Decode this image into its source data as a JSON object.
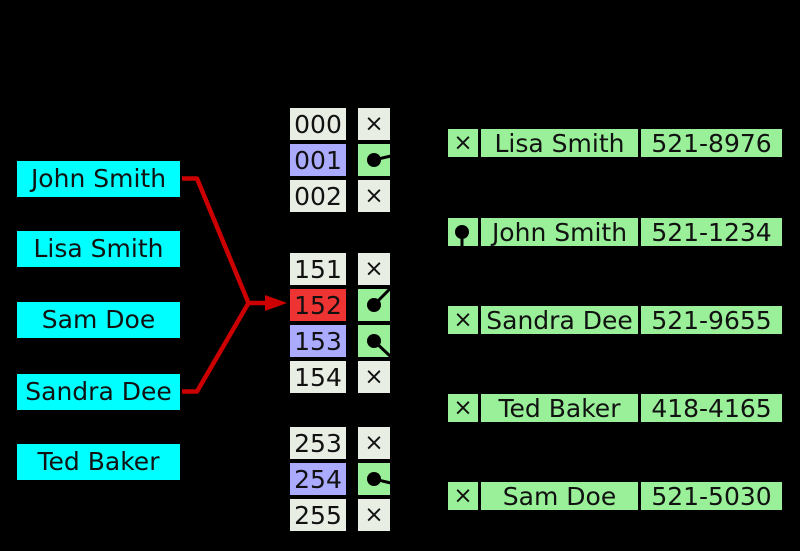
{
  "symbols": {
    "empty": "×"
  },
  "colors": {
    "background": "#000000",
    "key_box": "#00ffff",
    "bucket_default": "#e8eee3",
    "bucket_occupied": "#aaaaff",
    "bucket_collision": "#ee3333",
    "pointer_cell": "#99f099",
    "entry_bg": "#99f099",
    "collision_arrow": "#cc0000",
    "pointer_line": "#000000",
    "text": "#111111"
  },
  "keys": [
    {
      "label": "John Smith"
    },
    {
      "label": "Lisa Smith"
    },
    {
      "label": "Sam Doe"
    },
    {
      "label": "Sandra Dee"
    },
    {
      "label": "Ted Baker"
    }
  ],
  "buckets": {
    "rows": [
      {
        "index": "000",
        "index_class": "cell-default",
        "pointer_class": "cell-default",
        "pointer": "empty"
      },
      {
        "index": "001",
        "index_class": "cell-lavender",
        "pointer_class": "cell-green",
        "pointer": "link",
        "points_to": "Lisa Smith"
      },
      {
        "index": "002",
        "index_class": "cell-default",
        "pointer_class": "cell-default",
        "pointer": "empty"
      },
      {
        "index": "151",
        "index_class": "cell-default",
        "pointer_class": "cell-default",
        "pointer": "empty"
      },
      {
        "index": "152",
        "index_class": "cell-red",
        "pointer_class": "cell-green",
        "pointer": "link",
        "points_to": "John Smith"
      },
      {
        "index": "153",
        "index_class": "cell-lavender",
        "pointer_class": "cell-green",
        "pointer": "link",
        "points_to": "Ted Baker"
      },
      {
        "index": "154",
        "index_class": "cell-default",
        "pointer_class": "cell-default",
        "pointer": "empty"
      },
      {
        "index": "253",
        "index_class": "cell-default",
        "pointer_class": "cell-default",
        "pointer": "empty"
      },
      {
        "index": "254",
        "index_class": "cell-lavender",
        "pointer_class": "cell-green",
        "pointer": "link",
        "points_to": "Sam Doe"
      },
      {
        "index": "255",
        "index_class": "cell-default",
        "pointer_class": "cell-default",
        "pointer": "empty"
      }
    ]
  },
  "entries": [
    {
      "name": "Lisa Smith",
      "phone": "521-8976",
      "next": "empty"
    },
    {
      "name": "John Smith",
      "phone": "521-1234",
      "next": "link",
      "points_to": "Sandra Dee"
    },
    {
      "name": "Sandra Dee",
      "phone": "521-9655",
      "next": "empty"
    },
    {
      "name": "Ted Baker",
      "phone": "418-4165",
      "next": "empty"
    },
    {
      "name": "Sam Doe",
      "phone": "521-5030",
      "next": "empty"
    }
  ],
  "collision": {
    "keys": [
      "John Smith",
      "Sandra Dee"
    ],
    "bucket": "152"
  }
}
